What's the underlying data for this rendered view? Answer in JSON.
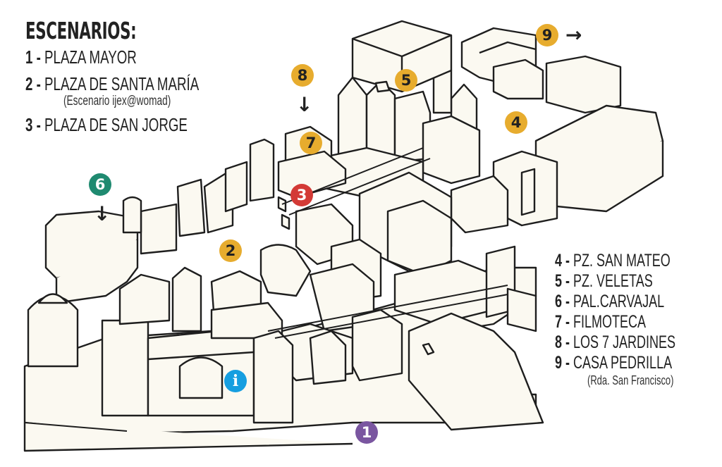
{
  "legend_top": {
    "title": "ESCENARIOS:",
    "items": [
      {
        "num": "1 -",
        "label": "PLAZA MAYOR"
      },
      {
        "num": "2 -",
        "label": "PLAZA DE SANTA MARÍA",
        "sub": "(Escenario ijex@womad)"
      },
      {
        "num": "3 -",
        "label": "PLAZA DE SAN JORGE"
      }
    ]
  },
  "legend_right": {
    "items": [
      {
        "num": "4 -",
        "label": "PZ. SAN MATEO"
      },
      {
        "num": "5 -",
        "label": "PZ. VELETAS"
      },
      {
        "num": "6 -",
        "label": "PAL.CARVAJAL"
      },
      {
        "num": "7 -",
        "label": "FILMOTECA"
      },
      {
        "num": "8 -",
        "label": "LOS 7 JARDINES"
      },
      {
        "num": "9 -",
        "label": "CASA PEDRILLA",
        "sub": "(Rda. San Francisco)"
      }
    ]
  },
  "markers": [
    {
      "id": "1",
      "label": "1",
      "color": "#7a56a0",
      "icon": "number-1"
    },
    {
      "id": "2",
      "label": "2",
      "color": "#e7ac2e",
      "icon": "number-2"
    },
    {
      "id": "3",
      "label": "3",
      "color": "#d33a36",
      "icon": "number-3"
    },
    {
      "id": "4",
      "label": "4",
      "color": "#e7ac2e",
      "icon": "number-4"
    },
    {
      "id": "5",
      "label": "5",
      "color": "#e7ac2e",
      "icon": "number-5"
    },
    {
      "id": "6",
      "label": "6",
      "color": "#1f8a70",
      "icon": "number-6"
    },
    {
      "id": "7",
      "label": "7",
      "color": "#e7ac2e",
      "icon": "number-7"
    },
    {
      "id": "8",
      "label": "8",
      "color": "#e7ac2e",
      "icon": "number-8"
    },
    {
      "id": "9",
      "label": "9",
      "color": "#e7ac2e",
      "icon": "number-9"
    },
    {
      "id": "info",
      "label": "i",
      "color": "#169ee0",
      "icon": "info-icon"
    }
  ],
  "arrows": {
    "down": "↓",
    "right": "→"
  },
  "colors": {
    "building_fill": "#fbf9f1",
    "outline": "#1e1e1e"
  }
}
